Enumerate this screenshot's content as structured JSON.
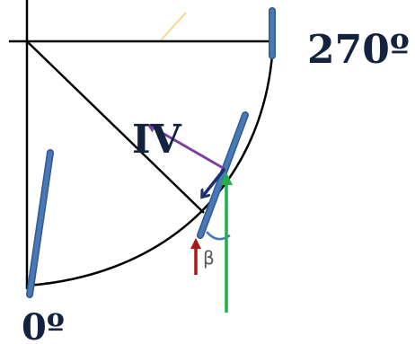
{
  "labels": {
    "angle_top": "270º",
    "angle_bottom": "0º",
    "quadrant": "IV",
    "angle_symbol": "β"
  },
  "colors": {
    "frame_line": "#000000",
    "bar": "#4a78b5",
    "bar_edge": "#2f5a92",
    "faint_line": "#f2d88a",
    "purple_arrow": "#7b3fa0",
    "navy_arrow": "#1c2e6e",
    "red_arrow": "#a81818",
    "green_arrow": "#1fb04a",
    "beta_arc": "#4a78b5",
    "label_text": "#13233f"
  }
}
